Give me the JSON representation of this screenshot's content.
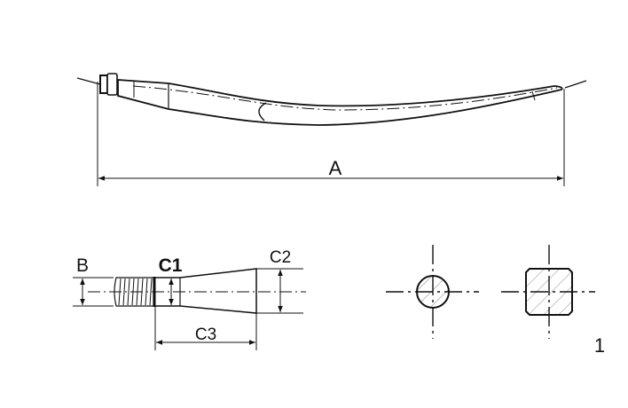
{
  "labels": {
    "overall_length": "A",
    "thread_diameter": "B",
    "base_diameter": "C1",
    "cone_diameter": "C2",
    "cone_length": "C3",
    "figure_number": "1"
  },
  "colors": {
    "line": "#111111",
    "hatch": "#888888",
    "background": "#ffffff"
  }
}
